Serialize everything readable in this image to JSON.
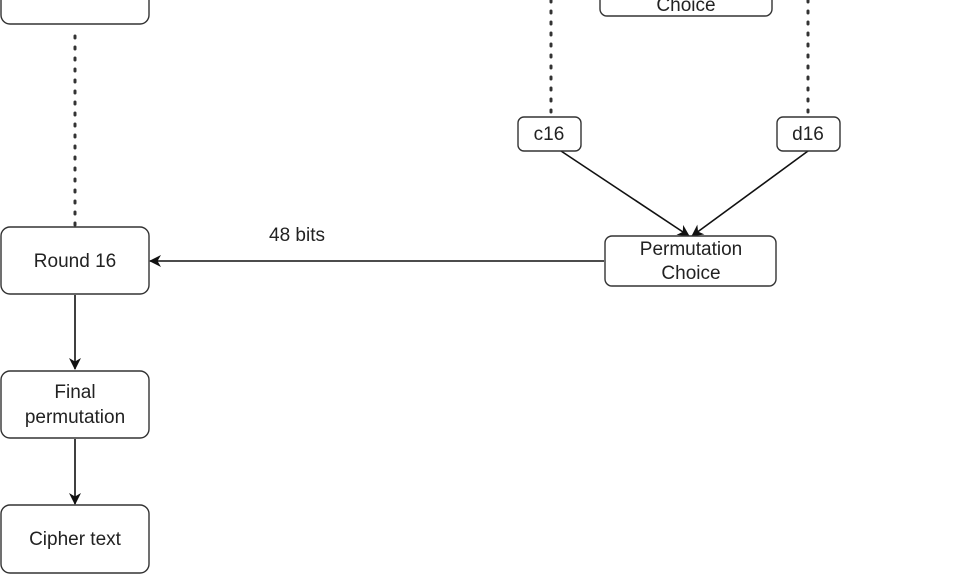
{
  "diagram": {
    "nodes": {
      "top_choice": {
        "lines": [
          "Choice"
        ]
      },
      "c16": {
        "lines": [
          "c16"
        ]
      },
      "d16": {
        "lines": [
          "d16"
        ]
      },
      "round16": {
        "lines": [
          "Round 16"
        ]
      },
      "permutation_choice": {
        "lines": [
          "Permutation",
          "Choice"
        ]
      },
      "final_permutation": {
        "lines": [
          "Final",
          "permutation"
        ]
      },
      "cipher_text": {
        "lines": [
          "Cipher text"
        ]
      }
    },
    "edges": {
      "pc_to_round16": {
        "label": "48 bits"
      }
    }
  }
}
